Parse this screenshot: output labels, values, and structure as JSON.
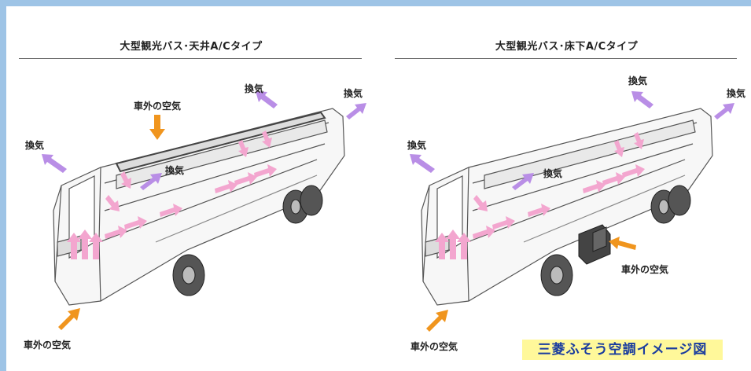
{
  "panels": [
    {
      "title": "大型観光バス･天井A/Cタイプ",
      "labels": {
        "exhaust_left": "換気",
        "exhaust_top": "換気",
        "exhaust_right": "換気",
        "exhaust_mid": "換気",
        "intake_top": "車外の空気",
        "intake_bottom": "車外の空気"
      }
    },
    {
      "title": "大型観光バス･床下A/Cタイプ",
      "labels": {
        "exhaust_left": "換気",
        "exhaust_top": "換気",
        "exhaust_right": "換気",
        "exhaust_mid": "換気",
        "intake_side": "車外の空気",
        "intake_bottom": "車外の空気"
      }
    }
  ],
  "caption": "三菱ふそう空調イメージ図",
  "colors": {
    "fresh_air_arrow": "#f0951e",
    "exhaust_arrow": "#b98ee6",
    "cool_air_arrow": "#f3a6cf",
    "caption_bg": "#fff89a",
    "caption_text": "#1a3c9e"
  }
}
